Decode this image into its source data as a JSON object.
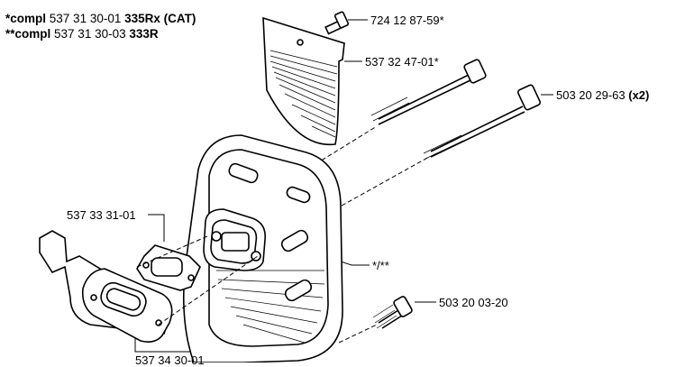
{
  "legend": [
    {
      "prefix": "*compl",
      "part": "537 31 30-01",
      "model": "335Rx (CAT)"
    },
    {
      "prefix": "**compl",
      "part": "537 31 30-03",
      "model": "333R"
    }
  ],
  "callouts": {
    "screw_top": "724 12 87-59*",
    "screen": "537 32 47-01*",
    "long_bolt": "503 20 29-63",
    "long_bolt_qty": "(x2)",
    "gasket": "537 33 31-01",
    "muffler": "*/**",
    "bottom_screw": "503 20 03-20",
    "cut_off": "537 34 30-01"
  }
}
